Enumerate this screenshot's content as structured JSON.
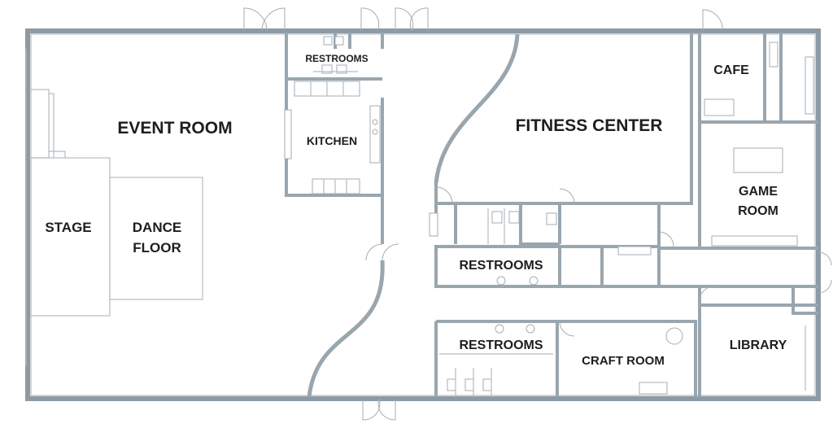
{
  "rooms": {
    "event_room": "EVENT ROOM",
    "stage": "STAGE",
    "dance_floor_line1": "DANCE",
    "dance_floor_line2": "FLOOR",
    "restrooms_top": "RESTROOMS",
    "kitchen": "KITCHEN",
    "fitness_center": "FITNESS CENTER",
    "cafe": "CAFE",
    "game_room_line1": "GAME",
    "game_room_line2": "ROOM",
    "restrooms_mid": "RESTROOMS",
    "restrooms_bottom": "RESTROOMS",
    "craft_room": "CRAFT ROOM",
    "library": "LIBRARY"
  },
  "colors": {
    "walls": "#8e9aa3",
    "labels": "#1e1e1e",
    "background": "#ffffff"
  }
}
